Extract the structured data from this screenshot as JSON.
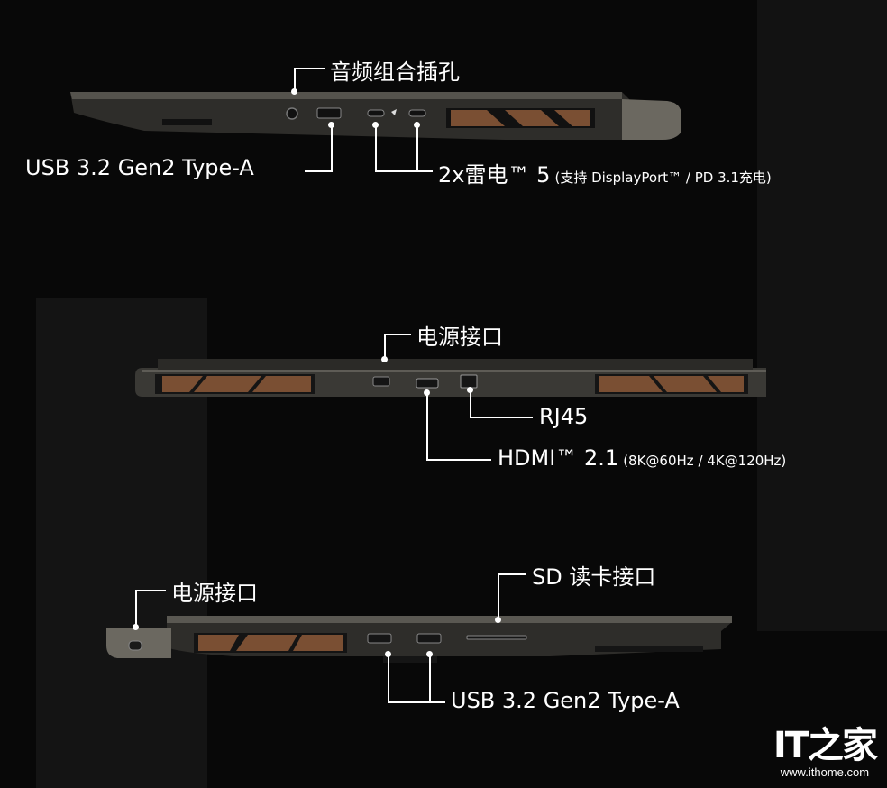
{
  "top_view": {
    "audio_label": "音频组合插孔",
    "usb_label": "USB 3.2 Gen2 Type-A",
    "thunderbolt_label": "2x雷电™ 5",
    "thunderbolt_note": "(支持 DisplayPort™ / PD 3.1充电)"
  },
  "back_view": {
    "power_label": "电源接口",
    "rj45_label": "RJ45",
    "hdmi_label": "HDMI™ 2.1",
    "hdmi_note": "(8K@60Hz / 4K@120Hz)"
  },
  "left_view": {
    "power_label": "电源接口",
    "sd_label": "SD 读卡接口",
    "usb_label": "USB 3.2 Gen2 Type-A"
  },
  "watermark": {
    "logo": "IT之家",
    "url": "www.ithome.com"
  },
  "colors": {
    "background": "#080808",
    "chassis": "#3a3935",
    "vent_copper": "#8a5a3a",
    "text": "#ffffff"
  }
}
